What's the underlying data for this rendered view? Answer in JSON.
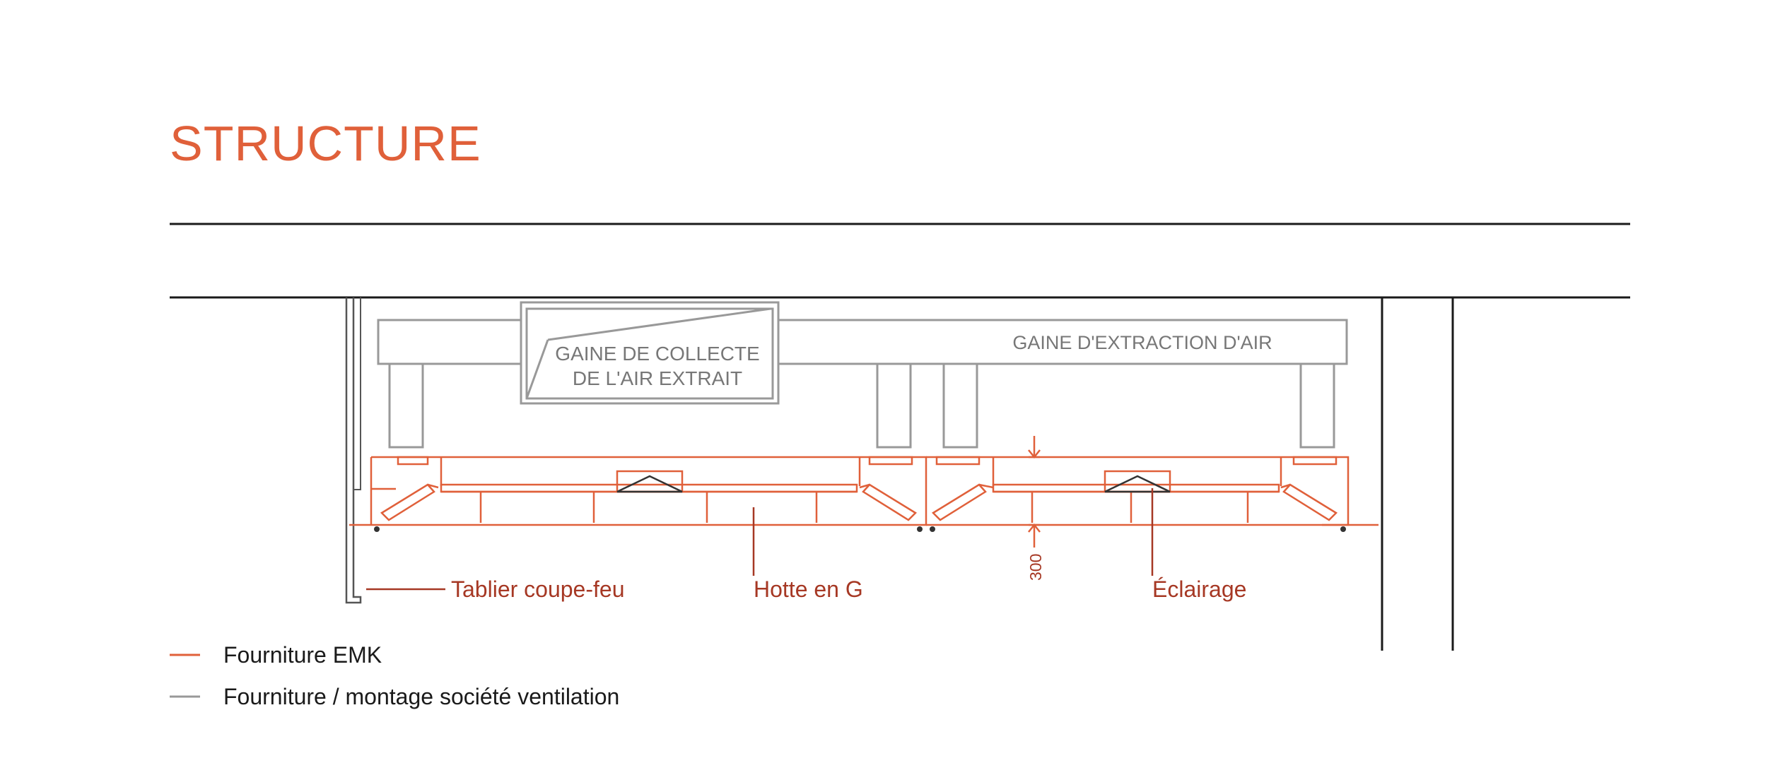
{
  "page": {
    "title": "STRUCTURE"
  },
  "colors": {
    "emk": "#e0603a",
    "label": "#a63824",
    "ventilation": "#999999",
    "ventilation_text": "#777777",
    "rule": "#1a1a1a",
    "text": "#1a1a1a"
  },
  "diagram": {
    "duct_collect_line1": "GAINE DE COLLECTE",
    "duct_collect_line2": "DE L'AIR EXTRAIT",
    "duct_extract": "GAINE D'EXTRACTION D'AIR",
    "dimension": "300",
    "callouts": {
      "tablier": "Tablier coupe-feu",
      "hotte": "Hotte en G",
      "eclairage": "Éclairage"
    }
  },
  "legend": [
    {
      "label": "Fourniture EMK",
      "swatch": "#e0603a"
    },
    {
      "label": "Fourniture / montage société ventilation",
      "swatch": "#999999"
    }
  ]
}
